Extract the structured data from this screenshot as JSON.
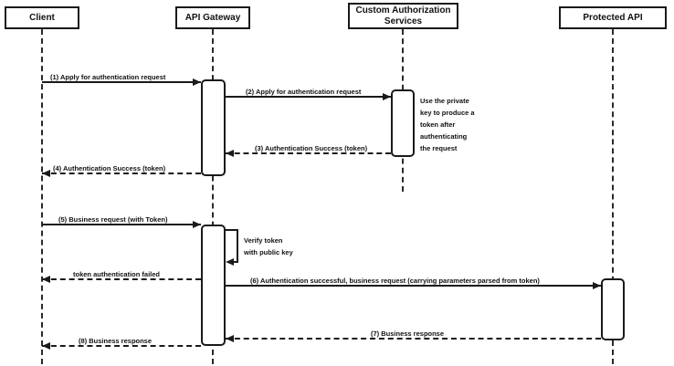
{
  "diagram": {
    "type": "sequence",
    "background_color": "#ffffff",
    "line_color": "#1a1a1a",
    "actors": [
      {
        "id": "client",
        "label": "Client"
      },
      {
        "id": "api-gateway",
        "label": "API Gateway"
      },
      {
        "id": "custom-authorization-services",
        "label": "Custom Authorization Services"
      },
      {
        "id": "protected-api",
        "label": "Protected API"
      }
    ],
    "messages": [
      {
        "label": "(1) Apply for authentication request",
        "from": "Client",
        "to": "API Gateway",
        "line": "solid"
      },
      {
        "label": "(2) Apply for authentication request",
        "from": "API Gateway",
        "to": "Custom Authorization Services",
        "line": "solid"
      },
      {
        "label": "(3) Authentication Success (token)",
        "from": "Custom Authorization Services",
        "to": "API Gateway",
        "line": "dashed"
      },
      {
        "label": "(4) Authentication Success (token)",
        "from": "API Gateway",
        "to": "Client",
        "line": "dashed"
      },
      {
        "label": "(5) Business request (with Token)",
        "from": "Client",
        "to": "API Gateway",
        "line": "solid"
      },
      {
        "label": "token authentication failed",
        "from": "API Gateway",
        "to": "Client",
        "line": "dashed"
      },
      {
        "label": "(6) Authentication successful, business request (carrying parameters parsed from token)",
        "from": "API Gateway",
        "to": "Protected API",
        "line": "solid"
      },
      {
        "label": "(7) Business response",
        "from": "Protected API",
        "to": "API Gateway",
        "line": "dashed"
      },
      {
        "label": "(8) Business response",
        "from": "API Gateway",
        "to": "Client",
        "line": "dashed"
      }
    ],
    "self_message": {
      "actor": "API Gateway",
      "lines": [
        "Verify token",
        "with public key"
      ],
      "text": "Verify token with public key"
    },
    "note": {
      "actor": "Custom Authorization Services",
      "lines": [
        "Use the private",
        "key to produce a",
        "token after",
        "authenticating",
        "the request"
      ],
      "text": "Use the private key to produce a token after authenticating the request"
    }
  }
}
